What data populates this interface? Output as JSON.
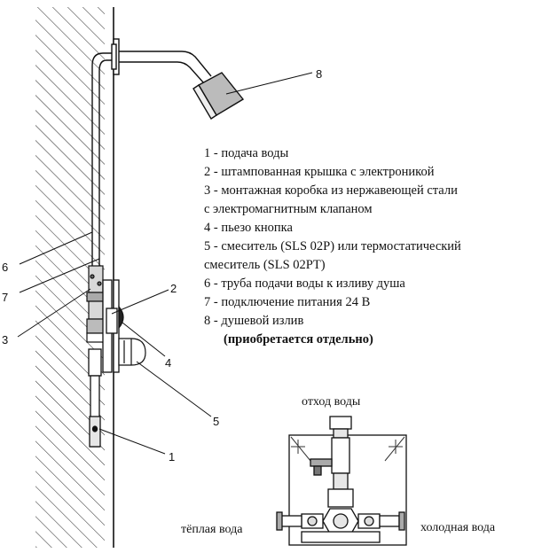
{
  "callouts": [
    "1",
    "2",
    "3",
    "4",
    "5",
    "6",
    "7",
    "8"
  ],
  "legend": {
    "items": [
      {
        "num": "1",
        "text": "подача воды"
      },
      {
        "num": "2",
        "text": "штампованная крышка с электроникой"
      },
      {
        "num": "3",
        "text": "монтажная коробка из нержавеющей стали",
        "cont": "с электромагнитным клапаном"
      },
      {
        "num": "4",
        "text": "пьезо кнопка"
      },
      {
        "num": "5",
        "text": "смеситель (SLS 02P) или термостатический",
        "cont": "смеситель (SLS 02PT)"
      },
      {
        "num": "6",
        "text": "труба подачи воды к изливу душа"
      },
      {
        "num": "7",
        "text": "подключение питания 24 В"
      },
      {
        "num": "8",
        "text": "душевой излив"
      }
    ],
    "note": "(приобретается отдельно)"
  },
  "box_labels": {
    "top": "отход воды",
    "left": "тёплая вода",
    "right": "холодная вода"
  }
}
